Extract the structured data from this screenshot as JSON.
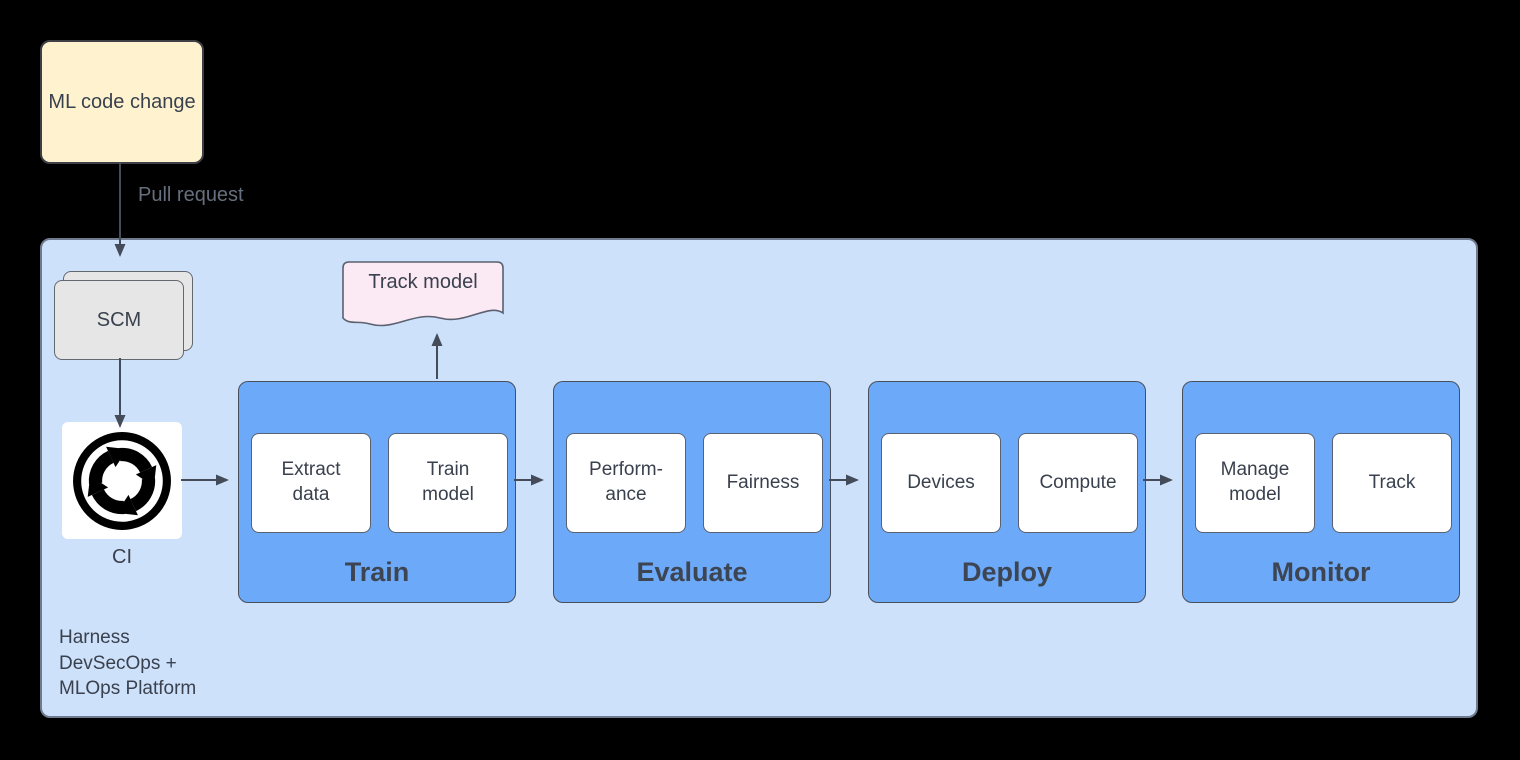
{
  "diagram": {
    "source_node": {
      "label": "ML code change"
    },
    "edge_label": "Pull request",
    "scm": {
      "label": "SCM"
    },
    "ci": {
      "label": "CI",
      "icon": "ci-cycle-icon"
    },
    "track_model_doc": {
      "label": "Track model"
    },
    "platform_label": "Harness\nDevSecOps +\nMLOps Platform",
    "stages": [
      {
        "title": "Train",
        "items": [
          "Extract\ndata",
          "Train\nmodel"
        ]
      },
      {
        "title": "Evaluate",
        "items": [
          "Perform-\nance",
          "Fairness"
        ]
      },
      {
        "title": "Deploy",
        "items": [
          "Devices",
          "Compute"
        ]
      },
      {
        "title": "Monitor",
        "items": [
          "Manage\nmodel",
          "Track"
        ]
      }
    ]
  },
  "colors": {
    "background": "#000000",
    "platform_fill": "#CEE1FB",
    "platform_border": "#6F7A8E",
    "stage_fill": "#6CA9F8",
    "stage_border": "#49505C",
    "cell_fill": "#FFFFFF",
    "cell_border": "#5A6170",
    "ml_code_fill": "#FFF3CF",
    "ml_code_border": "#3F4046",
    "scm_fill": "#E6E6E6",
    "scm_border": "#63686F",
    "doc_fill": "#FBE9F4",
    "doc_border": "#5A6170",
    "arrow": "#454C59",
    "text": "#3A414E",
    "label_gray": "#666F7D"
  }
}
